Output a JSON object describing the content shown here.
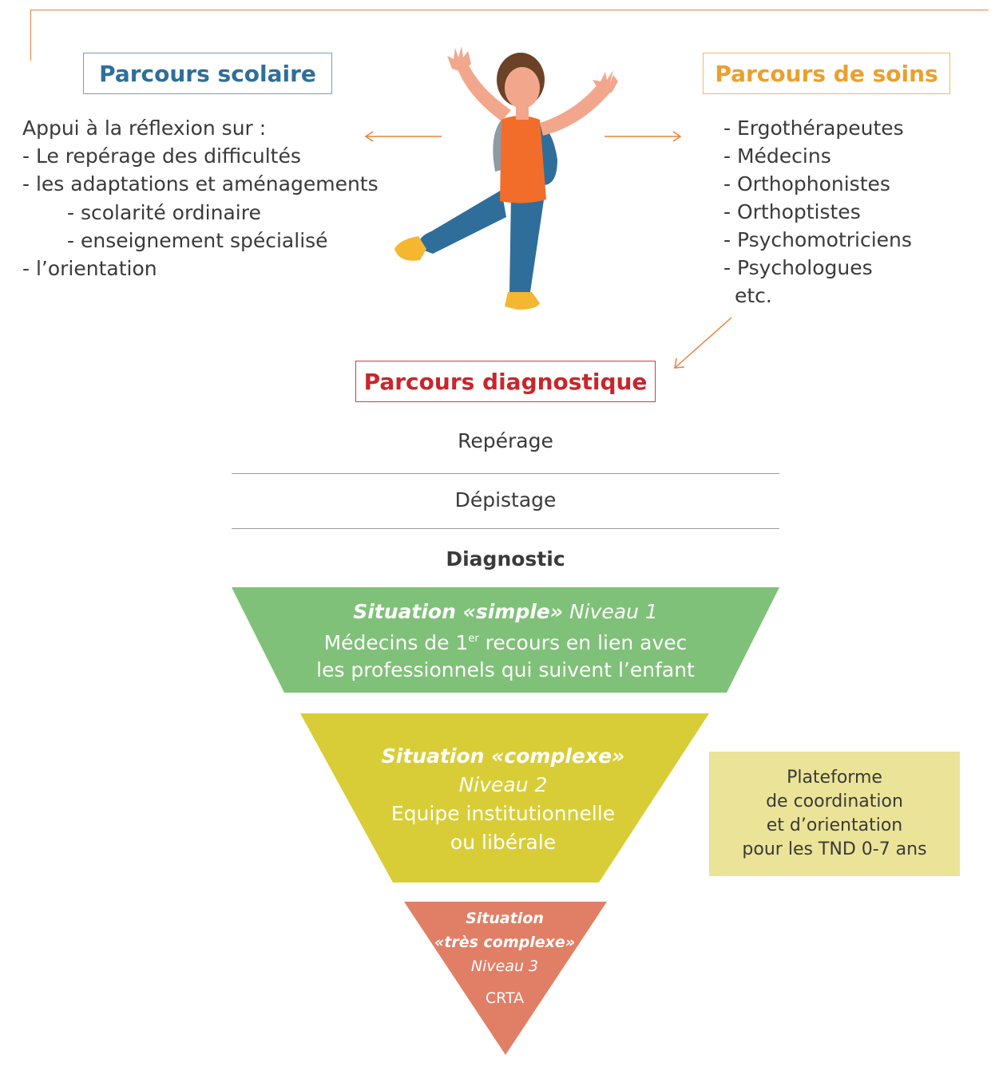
{
  "colors": {
    "frame": "#e8823c",
    "scolaire": "#2f6e9a",
    "soins": "#ec9f2c",
    "diagnostique": "#c8262b",
    "niveau1": "#7fc178",
    "niveau2": "#d9cd37",
    "niveau3": "#e07f66",
    "plateforme": "#ebe398",
    "arrow": "#e8823c"
  },
  "icons": [
    "left-arrow-icon",
    "right-arrow-icon",
    "diagonal-arrow-icon",
    "child-illustration"
  ],
  "scolaire": {
    "title": "Parcours scolaire",
    "intro": "Appui à la réflexion sur :",
    "items": [
      "- Le repérage des difficultés",
      "- les adaptations et aménagements",
      "- scolarité ordinaire",
      "- enseignement spécialisé",
      "- l’orientation"
    ]
  },
  "soins": {
    "title": "Parcours de soins",
    "items": [
      "- Ergothérapeutes",
      "- Médecins",
      "- Orthophonistes",
      "- Orthoptistes",
      "- Psychomotriciens",
      "- Psychologues",
      "etc."
    ]
  },
  "diagnostique": {
    "title": "Parcours diagnostique",
    "stages": [
      "Repérage",
      "Dépistage",
      "Diagnostic"
    ]
  },
  "niveau1": {
    "situation": "Situation «simple»",
    "niveau": "Niveau 1",
    "line1_pre": "Médecins de 1",
    "line1_sup": "er",
    "line1_post": " recours en lien avec",
    "line2": "les professionnels qui suivent l’enfant"
  },
  "niveau2": {
    "situation": "Situation «complexe»",
    "niveau": "Niveau 2",
    "line1": "Equipe institutionnelle",
    "line2": "ou libérale"
  },
  "niveau3": {
    "situation_l1": "Situation",
    "situation_l2": "«très complexe»",
    "niveau": "Niveau 3",
    "label": "CRTA"
  },
  "plateforme": {
    "lines": [
      "Plateforme",
      "de coordination",
      "et d’orientation",
      "pour les TND 0-7 ans"
    ]
  }
}
